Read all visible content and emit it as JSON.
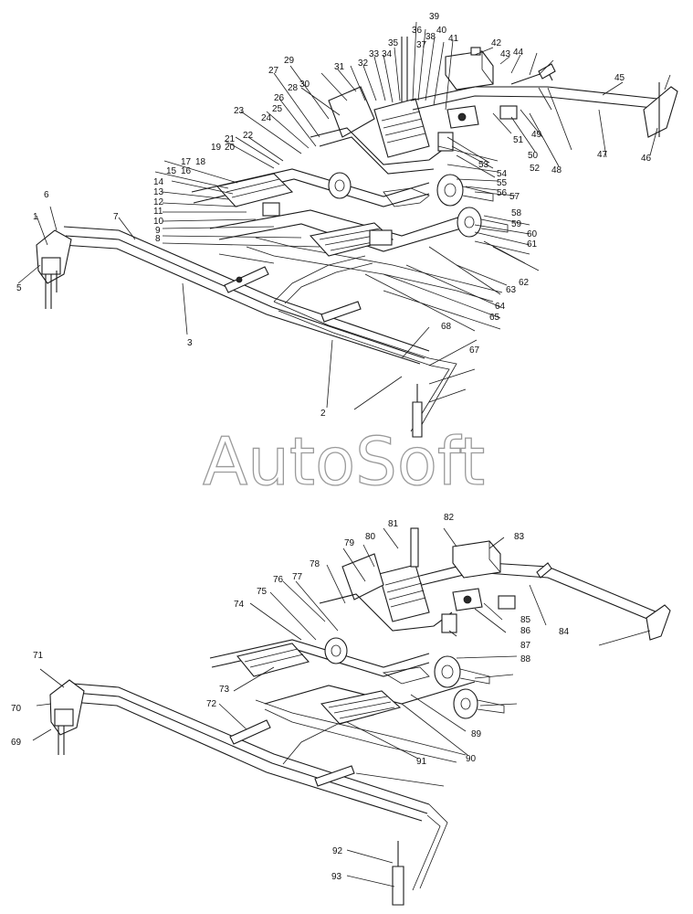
{
  "watermark": "AutoSoft",
  "labels": [
    "1",
    "2",
    "3",
    "5",
    "6",
    "7",
    "8",
    "9",
    "10",
    "11",
    "12",
    "13",
    "14",
    "15",
    "16",
    "17",
    "18",
    "19",
    "20",
    "21",
    "22",
    "23",
    "24",
    "25",
    "26",
    "27",
    "28",
    "29",
    "30",
    "31",
    "32",
    "33",
    "34",
    "35",
    "36",
    "37",
    "38",
    "39",
    "40",
    "41",
    "42",
    "43",
    "44",
    "45",
    "46",
    "47",
    "48",
    "49",
    "50",
    "51",
    "52",
    "53",
    "54",
    "55",
    "56",
    "57",
    "58",
    "59",
    "60",
    "61",
    "62",
    "63",
    "64",
    "65",
    "67",
    "68",
    "69",
    "70",
    "71",
    "72",
    "73",
    "74",
    "75",
    "76",
    "77",
    "78",
    "79",
    "80",
    "81",
    "82",
    "83",
    "84",
    "85",
    "86",
    "87",
    "88",
    "89",
    "90",
    "91",
    "92",
    "93"
  ],
  "colors": {
    "line": "#1a1a1a",
    "watermark": "#9a9a9a",
    "background": "#ffffff"
  }
}
